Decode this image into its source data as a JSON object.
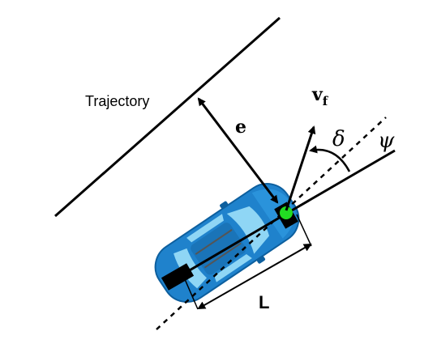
{
  "labels": {
    "trajectory": "Trajectory",
    "error": "e",
    "velocity": "v",
    "velocity_subscript": "f",
    "steering_angle": "δ",
    "heading_angle": "ψ",
    "wheelbase": "L"
  },
  "colors": {
    "car_body": "#1f82cc",
    "car_body_dark": "#0d5f9e",
    "car_window": "#8fd6f5",
    "front_axle_point": "#22dd22",
    "lines": "#000000"
  },
  "icons": {
    "vehicle": "car-top-view-icon"
  }
}
